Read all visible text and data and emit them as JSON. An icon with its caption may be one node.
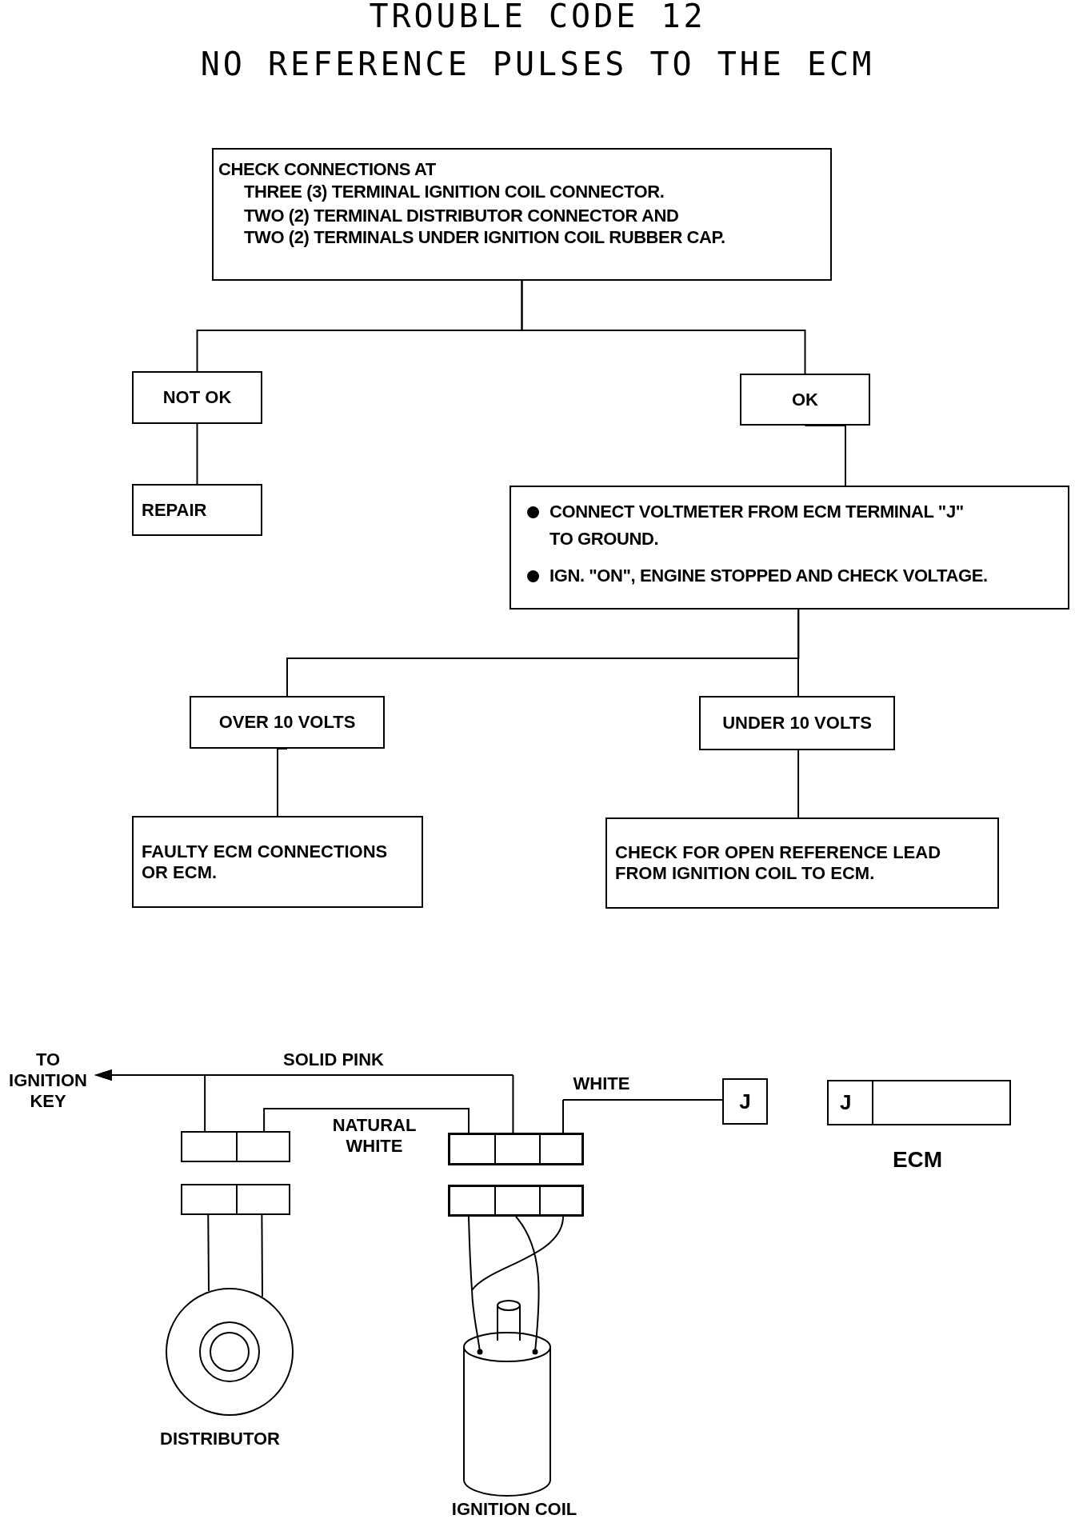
{
  "diagram": {
    "title": "TROUBLE CODE 12",
    "nodes": [
      {
        "text": [
          "CHECK CONNECTIONS AT",
          "THREE (3) TERMINAL IGNITION COIL CONNECTOR.",
          "TWO (2) TERMINAL DISTRIBUTOR CONNECTOR AND",
          "TWO (2) TERMINALS UNDER IGNITION COIL RUBBER CAP."
        ]
      },
      {
        "text": [
          "NOT OK"
        ]
      },
      {
        "text": [
          "OK"
        ]
      },
      {
        "text": [
          "REPAIR"
        ]
      },
      {
        "text": [
          "CONNECT VOLTMETER FROM ECM TERMINAL \"J\" TO GROUND.",
          "IGN. \"ON\", ENGINE STOPPED AND CHECK VOLTAGE."
        ]
      },
      {
        "text": [
          "OVER 10 VOLTS"
        ]
      },
      {
        "text": [
          "UNDER 10 VOLTS"
        ]
      },
      {
        "text": [
          "FAULTY ECM CONNECTIONS OR ECM."
        ]
      },
      {
        "text": [
          "CHECK FOR OPEN REFERENCE LEAD FROM IGNITION COIL TO ECM."
        ]
      },
      {
        "text": [
          "TO IGNITION KEY"
        ]
      },
      {
        "text": [],
        "shape": "box"
      },
      {
        "text": [],
        "shape": "box"
      },
      {
        "text": [
          "J"
        ]
      },
      {
        "text": [
          "J"
        ],
        "beside": [
          "ECM"
        ]
      },
      {
        "text": [],
        "shape": "box"
      },
      {
        "text": [],
        "shape": "box"
      },
      {
        "text": [],
        "shape": "picture",
        "beside": [
          "DISTRIBUTOR"
        ]
      },
      {
        "text": [],
        "shape": "picture",
        "beside": [
          "IGNITION COIL"
        ]
      }
    ],
    "edges": [
      {
        "from": 0,
        "to": 1,
        "arrow": "none"
      },
      {
        "from": 0,
        "to": 2,
        "arrow": "none"
      },
      {
        "from": 1,
        "to": 3,
        "arrow": "none"
      },
      {
        "from": 2,
        "to": 4,
        "arrow": "none"
      },
      {
        "from": 4,
        "to": 5,
        "arrow": "none"
      },
      {
        "from": 4,
        "to": 6,
        "arrow": "none"
      },
      {
        "from": 5,
        "to": 7,
        "arrow": "none"
      },
      {
        "from": 6,
        "to": 8,
        "arrow": "none"
      },
      {
        "from": 10,
        "to": 9,
        "arrow": "to"
      },
      {
        "from": 11,
        "to": 9,
        "arrow": "to",
        "label": "SOLID PINK"
      },
      {
        "from": 10,
        "to": 11,
        "arrow": "none",
        "label": "NATURAL WHITE"
      },
      {
        "from": 11,
        "to": 12,
        "arrow": "none",
        "label": "WHITE"
      },
      {
        "from": 14,
        "to": 16,
        "arrow": "none"
      },
      {
        "from": 15,
        "to": 17,
        "arrow": "none"
      }
    ],
    "labels": [
      "NO REFERENCE PULSES TO THE ECM"
    ]
  }
}
